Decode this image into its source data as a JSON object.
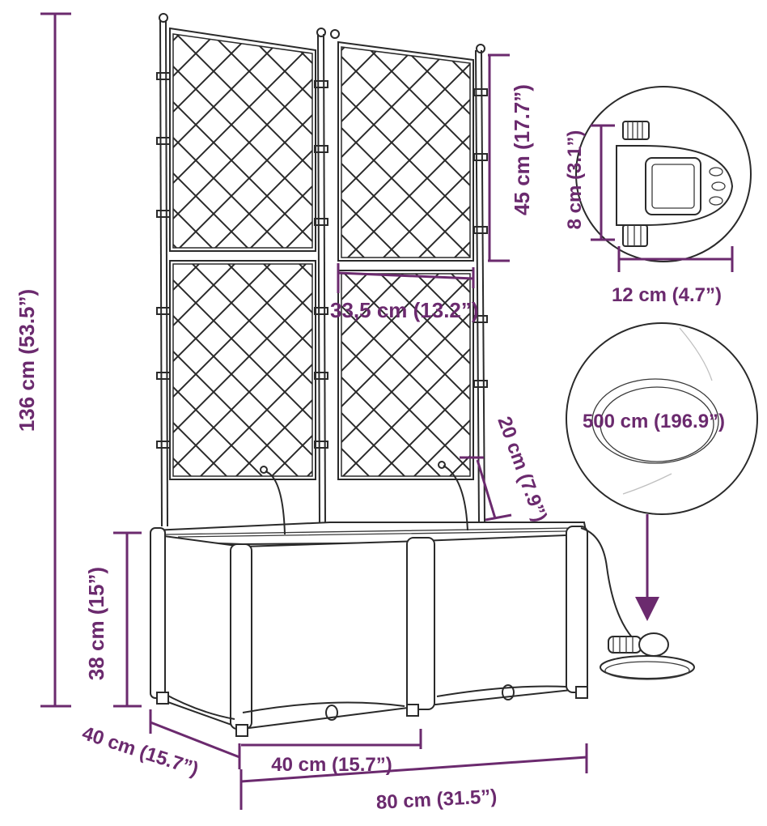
{
  "colors": {
    "dimension": "#6b2a6e",
    "ink": "#2a2a2a",
    "background": "#ffffff"
  },
  "dimensions": {
    "total_height": "136 cm (53.5”)",
    "trellis_panel_height": "45 cm (17.7”)",
    "trellis_panel_width": "33,5 cm (13.2”)",
    "planter_height": "38 cm (15”)",
    "depth": "40 cm (15.7”)",
    "module_width": "40 cm (15.7”)",
    "total_width": "80 cm (31.5”)",
    "dripper_height": "20 cm (7.9”)",
    "timer_height": "8 cm (3.1”)",
    "timer_width": "12 cm (4.7”)",
    "hose_length": "500 cm (196.9”)"
  }
}
